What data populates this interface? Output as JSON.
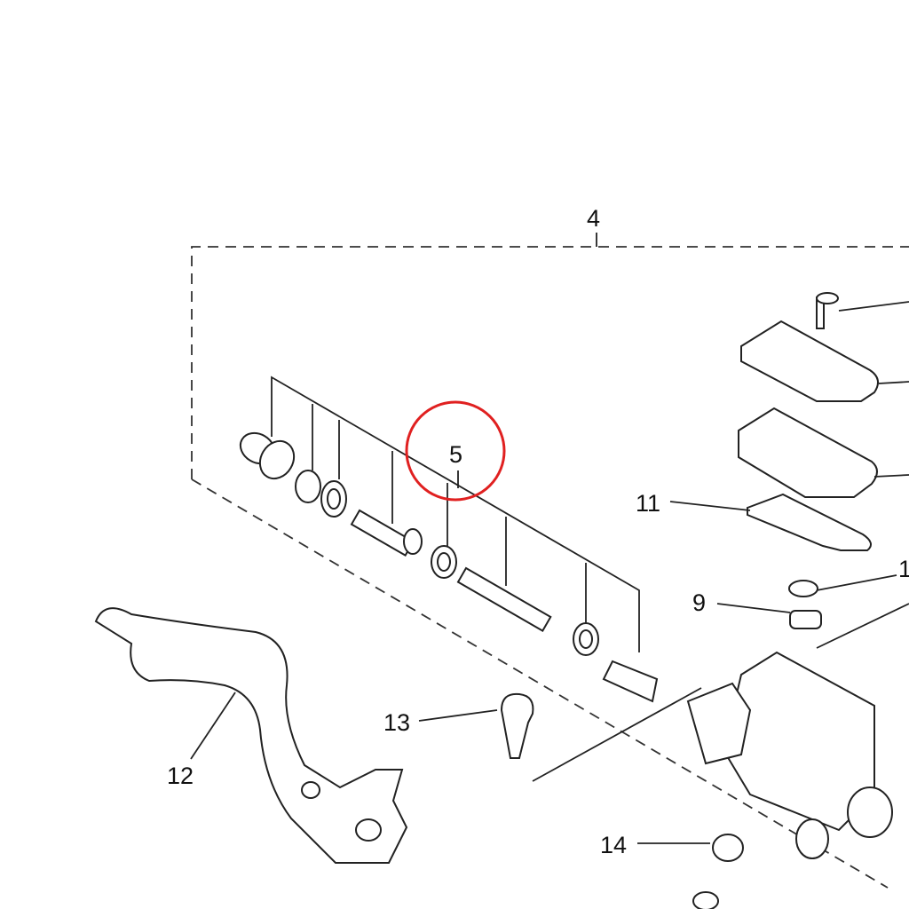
{
  "diagram": {
    "callouts": [
      {
        "id": "4",
        "text": "4"
      },
      {
        "id": "5",
        "text": "5"
      },
      {
        "id": "11",
        "text": "11"
      },
      {
        "id": "9",
        "text": "9"
      },
      {
        "id": "13",
        "text": "13"
      },
      {
        "id": "12",
        "text": "12"
      },
      {
        "id": "14",
        "text": "14"
      },
      {
        "id": "1",
        "text": "1"
      }
    ],
    "highlight": {
      "callout": "5",
      "color": "#e02020"
    }
  }
}
